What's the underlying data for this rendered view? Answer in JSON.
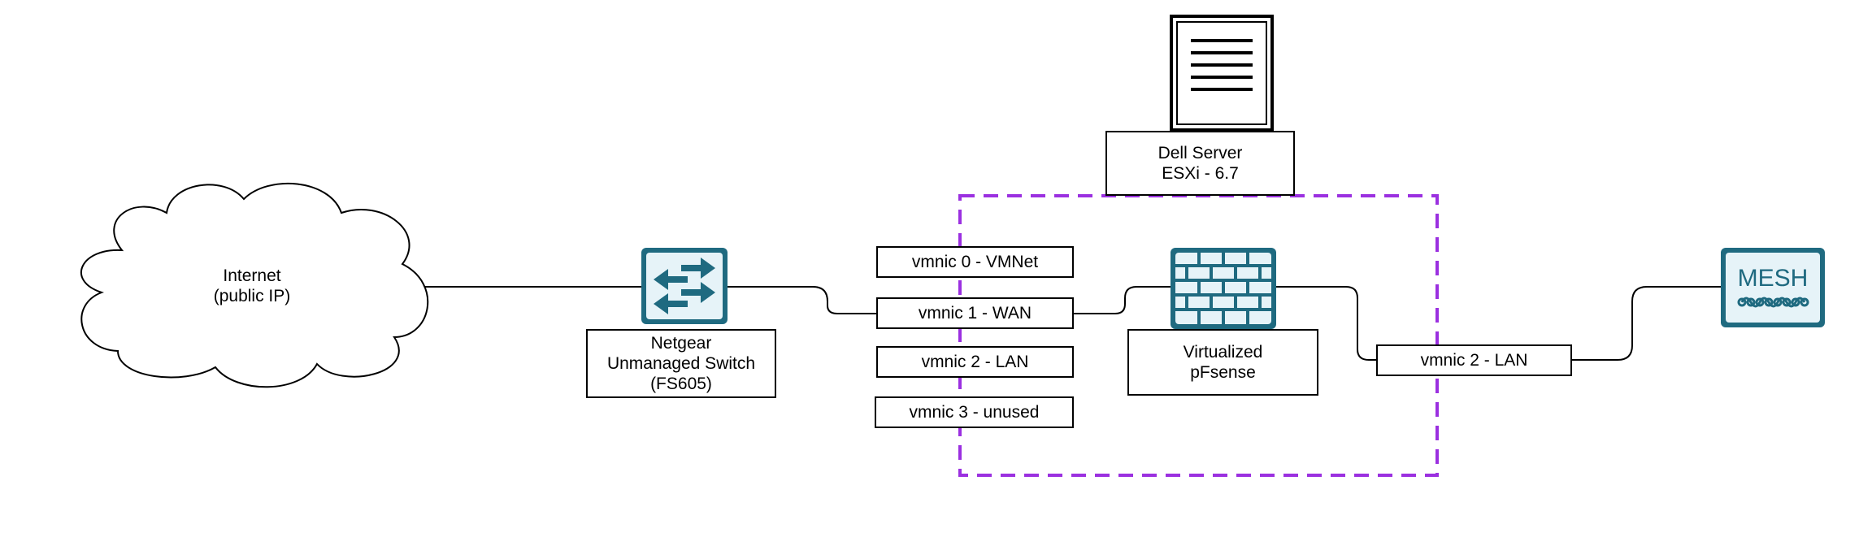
{
  "internet": {
    "label": "Internet\n(public IP)"
  },
  "switch": {
    "label": "Netgear\nUnmanaged Switch\n(FS605)",
    "icon": "switch-arrows-icon"
  },
  "server": {
    "label": "Dell Server\nESXi - 6.7",
    "icon": "server-tower-icon"
  },
  "vmnics": [
    {
      "label": "vmnic 0 - VMNet"
    },
    {
      "label": "vmnic 1 - WAN"
    },
    {
      "label": "vmnic 2 - LAN"
    },
    {
      "label": "vmnic 3 - unused"
    }
  ],
  "firewall": {
    "label": "Virtualized\npFsense",
    "icon": "firewall-brick-icon"
  },
  "lan_out": {
    "label": "vmnic 2 - LAN"
  },
  "mesh": {
    "label": "MESH",
    "icon": "mesh-router-icon"
  },
  "colors": {
    "accent_teal": "#1f6a80",
    "icon_fill": "#e6f3f8",
    "boundary": "#9b30e0"
  }
}
